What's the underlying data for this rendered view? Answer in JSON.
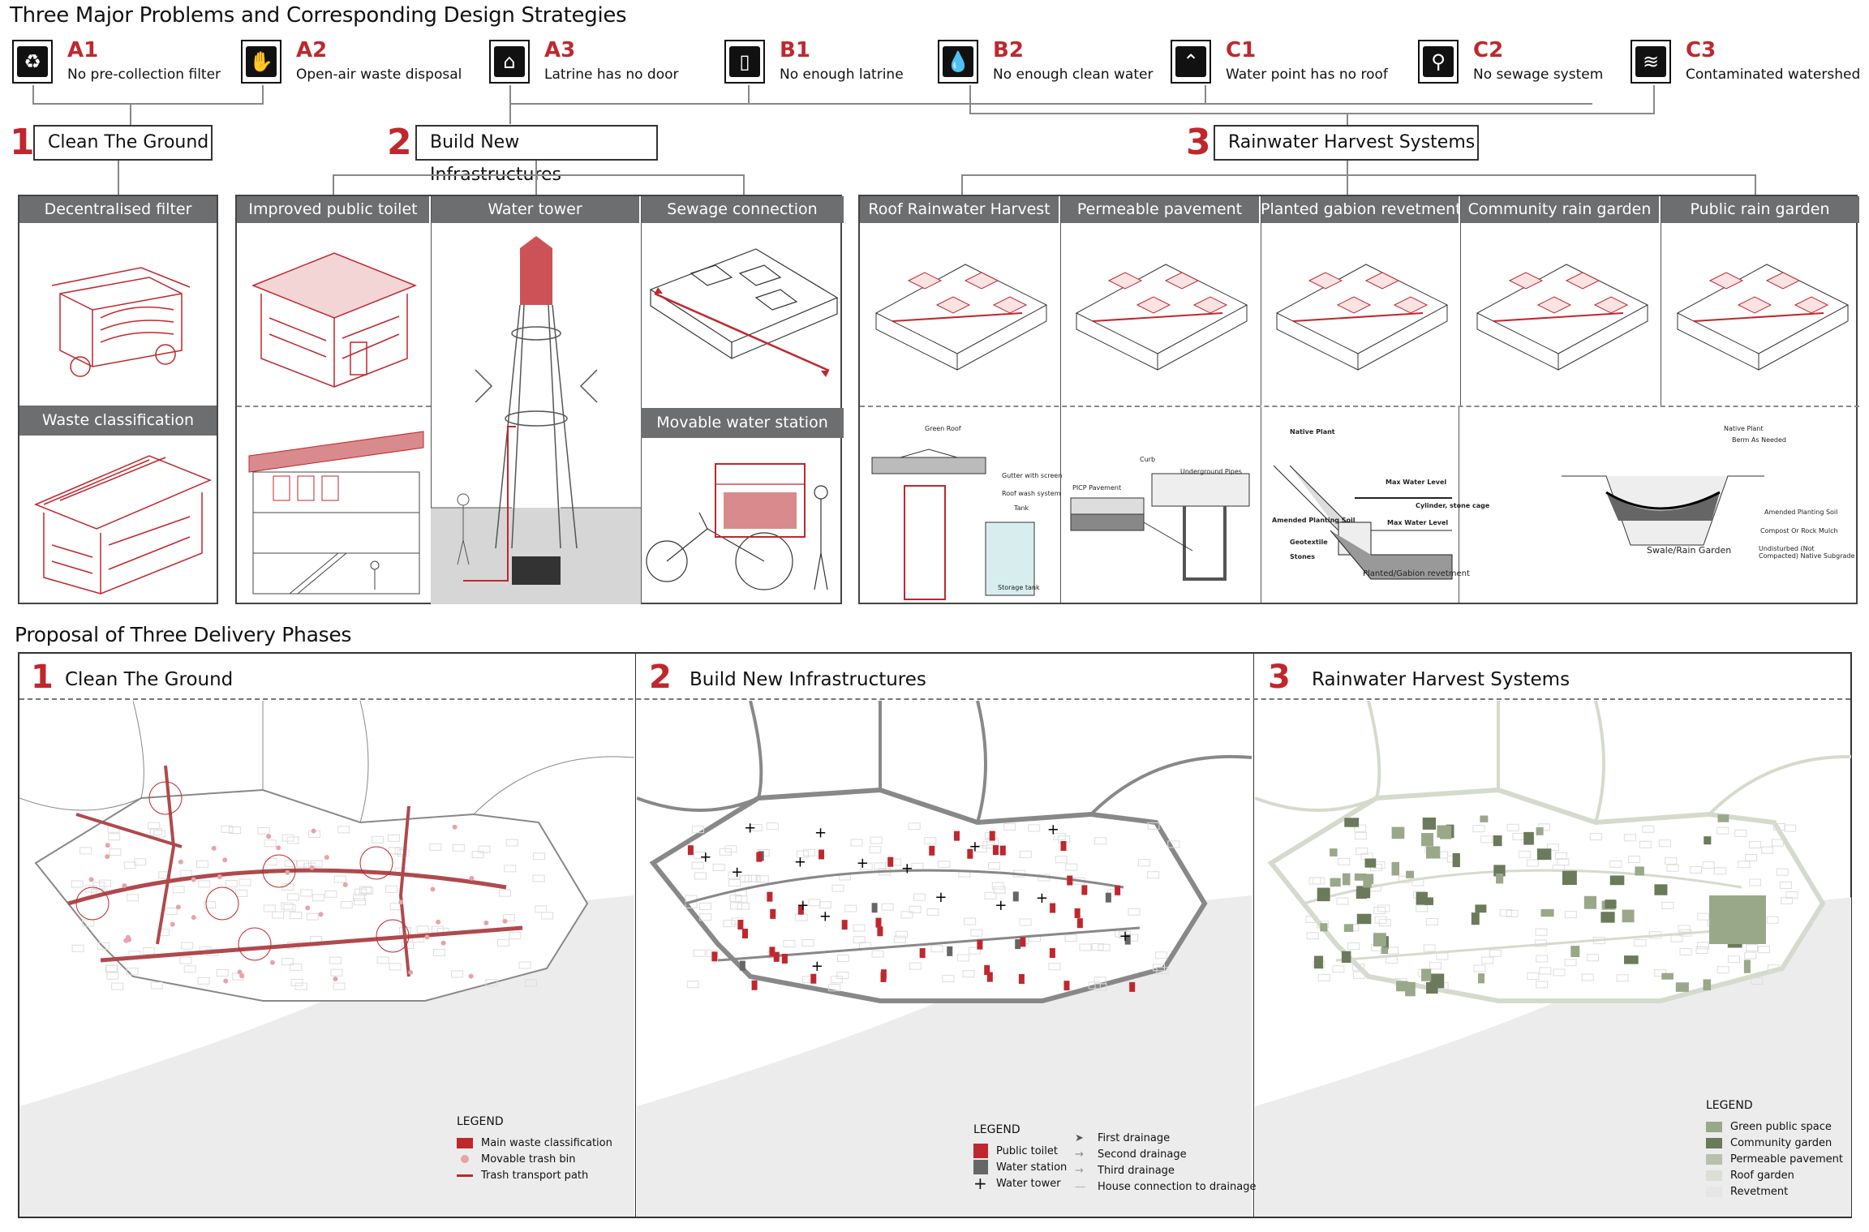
{
  "title": "Three Major Problems and Corresponding Design Strategies",
  "problems": [
    {
      "code": "A1",
      "text": "No pre-collection filter",
      "icon": "trash-bag-icon",
      "glyph": "♻"
    },
    {
      "code": "A2",
      "text": "Open-air waste disposal",
      "icon": "hand-dump-icon",
      "glyph": "✋"
    },
    {
      "code": "A3",
      "text": "Latrine has no door",
      "icon": "latrine-icon",
      "glyph": "⌂"
    },
    {
      "code": "B1",
      "text": "No enough latrine",
      "icon": "toilet-icon",
      "glyph": "▯"
    },
    {
      "code": "B2",
      "text": "No enough clean water",
      "icon": "water-drop-icon",
      "glyph": "💧"
    },
    {
      "code": "C1",
      "text": "Water point has no roof",
      "icon": "roof-icon",
      "glyph": "⌃"
    },
    {
      "code": "C2",
      "text": "No sewage system",
      "icon": "faucet-icon",
      "glyph": "⚲"
    },
    {
      "code": "C3",
      "text": "Contaminated watershed",
      "icon": "boat-flood-icon",
      "glyph": "≋"
    }
  ],
  "strategies": [
    {
      "num": "1",
      "label": "Clean The Ground"
    },
    {
      "num": "2",
      "label": "Build New Infrastructures"
    },
    {
      "num": "3",
      "label": "Rainwater Harvest Systems"
    }
  ],
  "panel1": {
    "heads": [
      "Decentralised filter"
    ],
    "sub": "Waste classification"
  },
  "panel2": {
    "heads": [
      "Improved public toilet",
      "Water tower",
      "Sewage connection"
    ],
    "sub": "Movable water station"
  },
  "panel3": {
    "heads": [
      "Roof Rainwater Harvest",
      "Permeable pavement",
      "Planted gabion revetment",
      "Community rain garden",
      "Public rain garden"
    ]
  },
  "sections": {
    "roof": [
      "Green Roof",
      "Gutter with screen",
      "Roof wash system",
      "Tank",
      "Storage tank"
    ],
    "pavement": [
      "PICP Pavement",
      "Curb",
      "Underground Pipes"
    ],
    "gabion": {
      "labels": [
        "Native Plant",
        "Max Water Level",
        "Cylinder, stone cage",
        "Amended Planting Soil",
        "Max Water Level",
        "Geotextile",
        "Stones"
      ],
      "caption": "Planted/Gabion revetment"
    },
    "swale": {
      "labels": [
        "Native Plant",
        "Berm As Needed",
        "Amended Planting Soil",
        "Compost Or Rock Mulch",
        "Undisturbed  (Not Compacted) Native Subgrade"
      ],
      "caption": "Swale/Rain Garden"
    }
  },
  "phases_title": "Proposal of Three Delivery Phases",
  "maps": [
    {
      "num": "1",
      "title": "Clean The Ground",
      "legend": {
        "title": "LEGEND",
        "items": [
          "Main waste classification",
          "Movable trash bin",
          "Trash transport path"
        ]
      }
    },
    {
      "num": "2",
      "title": "Build New Infrastructures",
      "legend": {
        "title": "LEGEND",
        "items": [
          "Public toilet",
          "Water station",
          "Water tower"
        ],
        "drainage": [
          "First drainage",
          "Second drainage",
          "Third drainage",
          "House connection to drainage"
        ]
      }
    },
    {
      "num": "3",
      "title": "Rainwater Harvest Systems",
      "legend": {
        "title": "LEGEND",
        "items": [
          "Green public space",
          "Community garden",
          "Permeable pavement",
          "Roof garden",
          "Revetment"
        ]
      }
    }
  ],
  "colors": {
    "accent": "#c0272d",
    "header": "#6d6e70",
    "green": "#6b7a5a"
  }
}
